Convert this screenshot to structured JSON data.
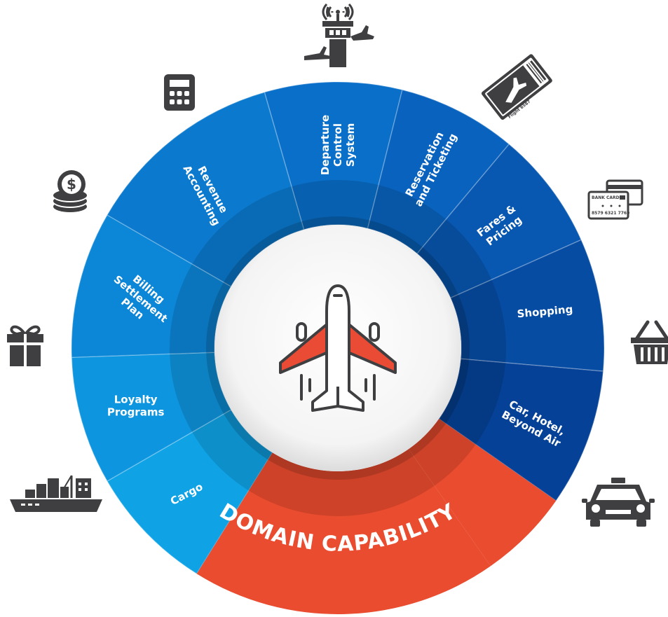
{
  "segments": [
    {
      "id": "departure",
      "lines": [
        "Departure",
        "Control",
        "System"
      ],
      "icon": "control-tower-icon",
      "color": "#0a6fc9"
    },
    {
      "id": "reservation",
      "lines": [
        "Reservation",
        "and Ticketing"
      ],
      "icon": "flight-ticket-icon",
      "color": "#0963be"
    },
    {
      "id": "fares",
      "lines": [
        "Fares &",
        "Pricing"
      ],
      "icon": "bank-card-icon",
      "color": "#0857b1"
    },
    {
      "id": "shopping",
      "lines": [
        "Shopping"
      ],
      "icon": "shopping-basket-icon",
      "color": "#064ca3"
    },
    {
      "id": "car",
      "lines": [
        "Car, Hotel,",
        "Beyond Air"
      ],
      "icon": "taxi-icon",
      "color": "#054196"
    },
    {
      "id": "cargo",
      "lines": [
        "Cargo"
      ],
      "icon": "cargo-ship-icon",
      "color": "#0fa3e6"
    },
    {
      "id": "loyalty",
      "lines": [
        "Loyalty",
        "Programs"
      ],
      "icon": "gift-icon",
      "color": "#0e95df"
    },
    {
      "id": "billing",
      "lines": [
        "Billing",
        "Settlement",
        "Plan"
      ],
      "icon": "coins-icon",
      "color": "#0c86d6"
    },
    {
      "id": "revenue",
      "lines": [
        "Revenue",
        "Accounting"
      ],
      "icon": "calculator-icon",
      "color": "#0b7ace"
    }
  ],
  "domain": {
    "label": "DOMAIN CAPABILITY",
    "color": "#ea4c2f"
  },
  "center": {
    "icon": "airplane-icon",
    "accent": "#e94b35"
  },
  "icon_texts": {
    "ticket": "Flight 6587",
    "card_title": "BANK CARD",
    "card_number": "8579 6321 7760"
  }
}
